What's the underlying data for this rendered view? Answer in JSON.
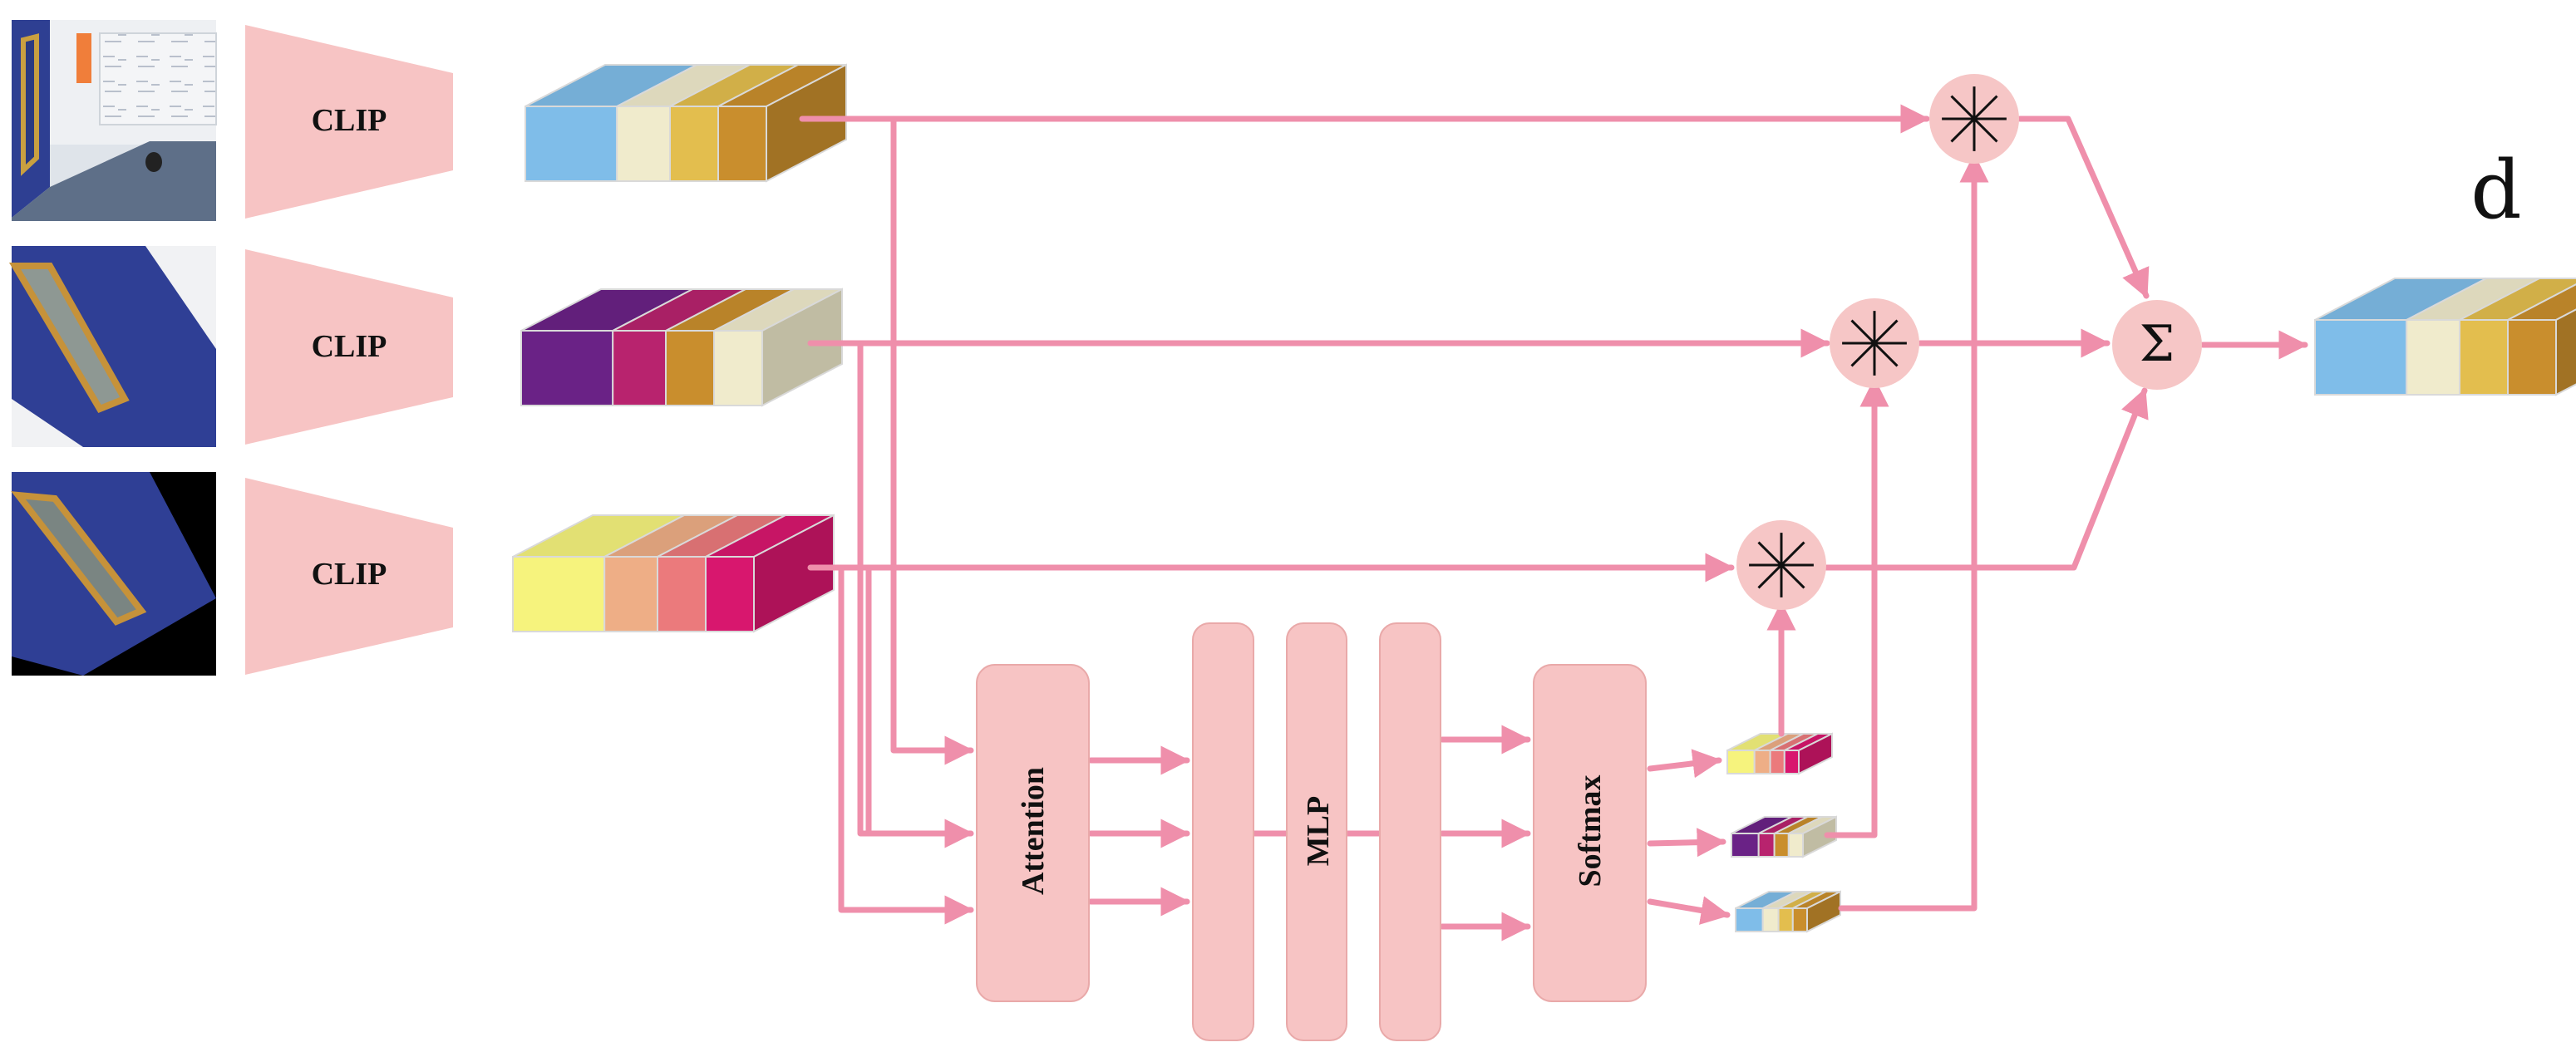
{
  "encoder": {
    "label": "CLIP"
  },
  "modules": {
    "attention": "Attention",
    "mlp": "MLP",
    "softmax": "Softmax"
  },
  "symbols": {
    "sum": "Σ",
    "output_letter": "d"
  },
  "colors": {
    "flow": "#ef8fab",
    "block_fill": "#f7c4c4",
    "block_stroke": "#e9a9a9",
    "node_fill": "#f6c6c6",
    "palette_a": [
      "#7fbde9",
      "#f0ebcc",
      "#e3be4e",
      "#c98e2d"
    ],
    "palette_b": [
      "#6a2286",
      "#b8236e",
      "#c98e2d",
      "#f0ebcc"
    ],
    "palette_c": [
      "#f6f37d",
      "#eeae86",
      "#eb7a7c",
      "#d8176e"
    ]
  }
}
